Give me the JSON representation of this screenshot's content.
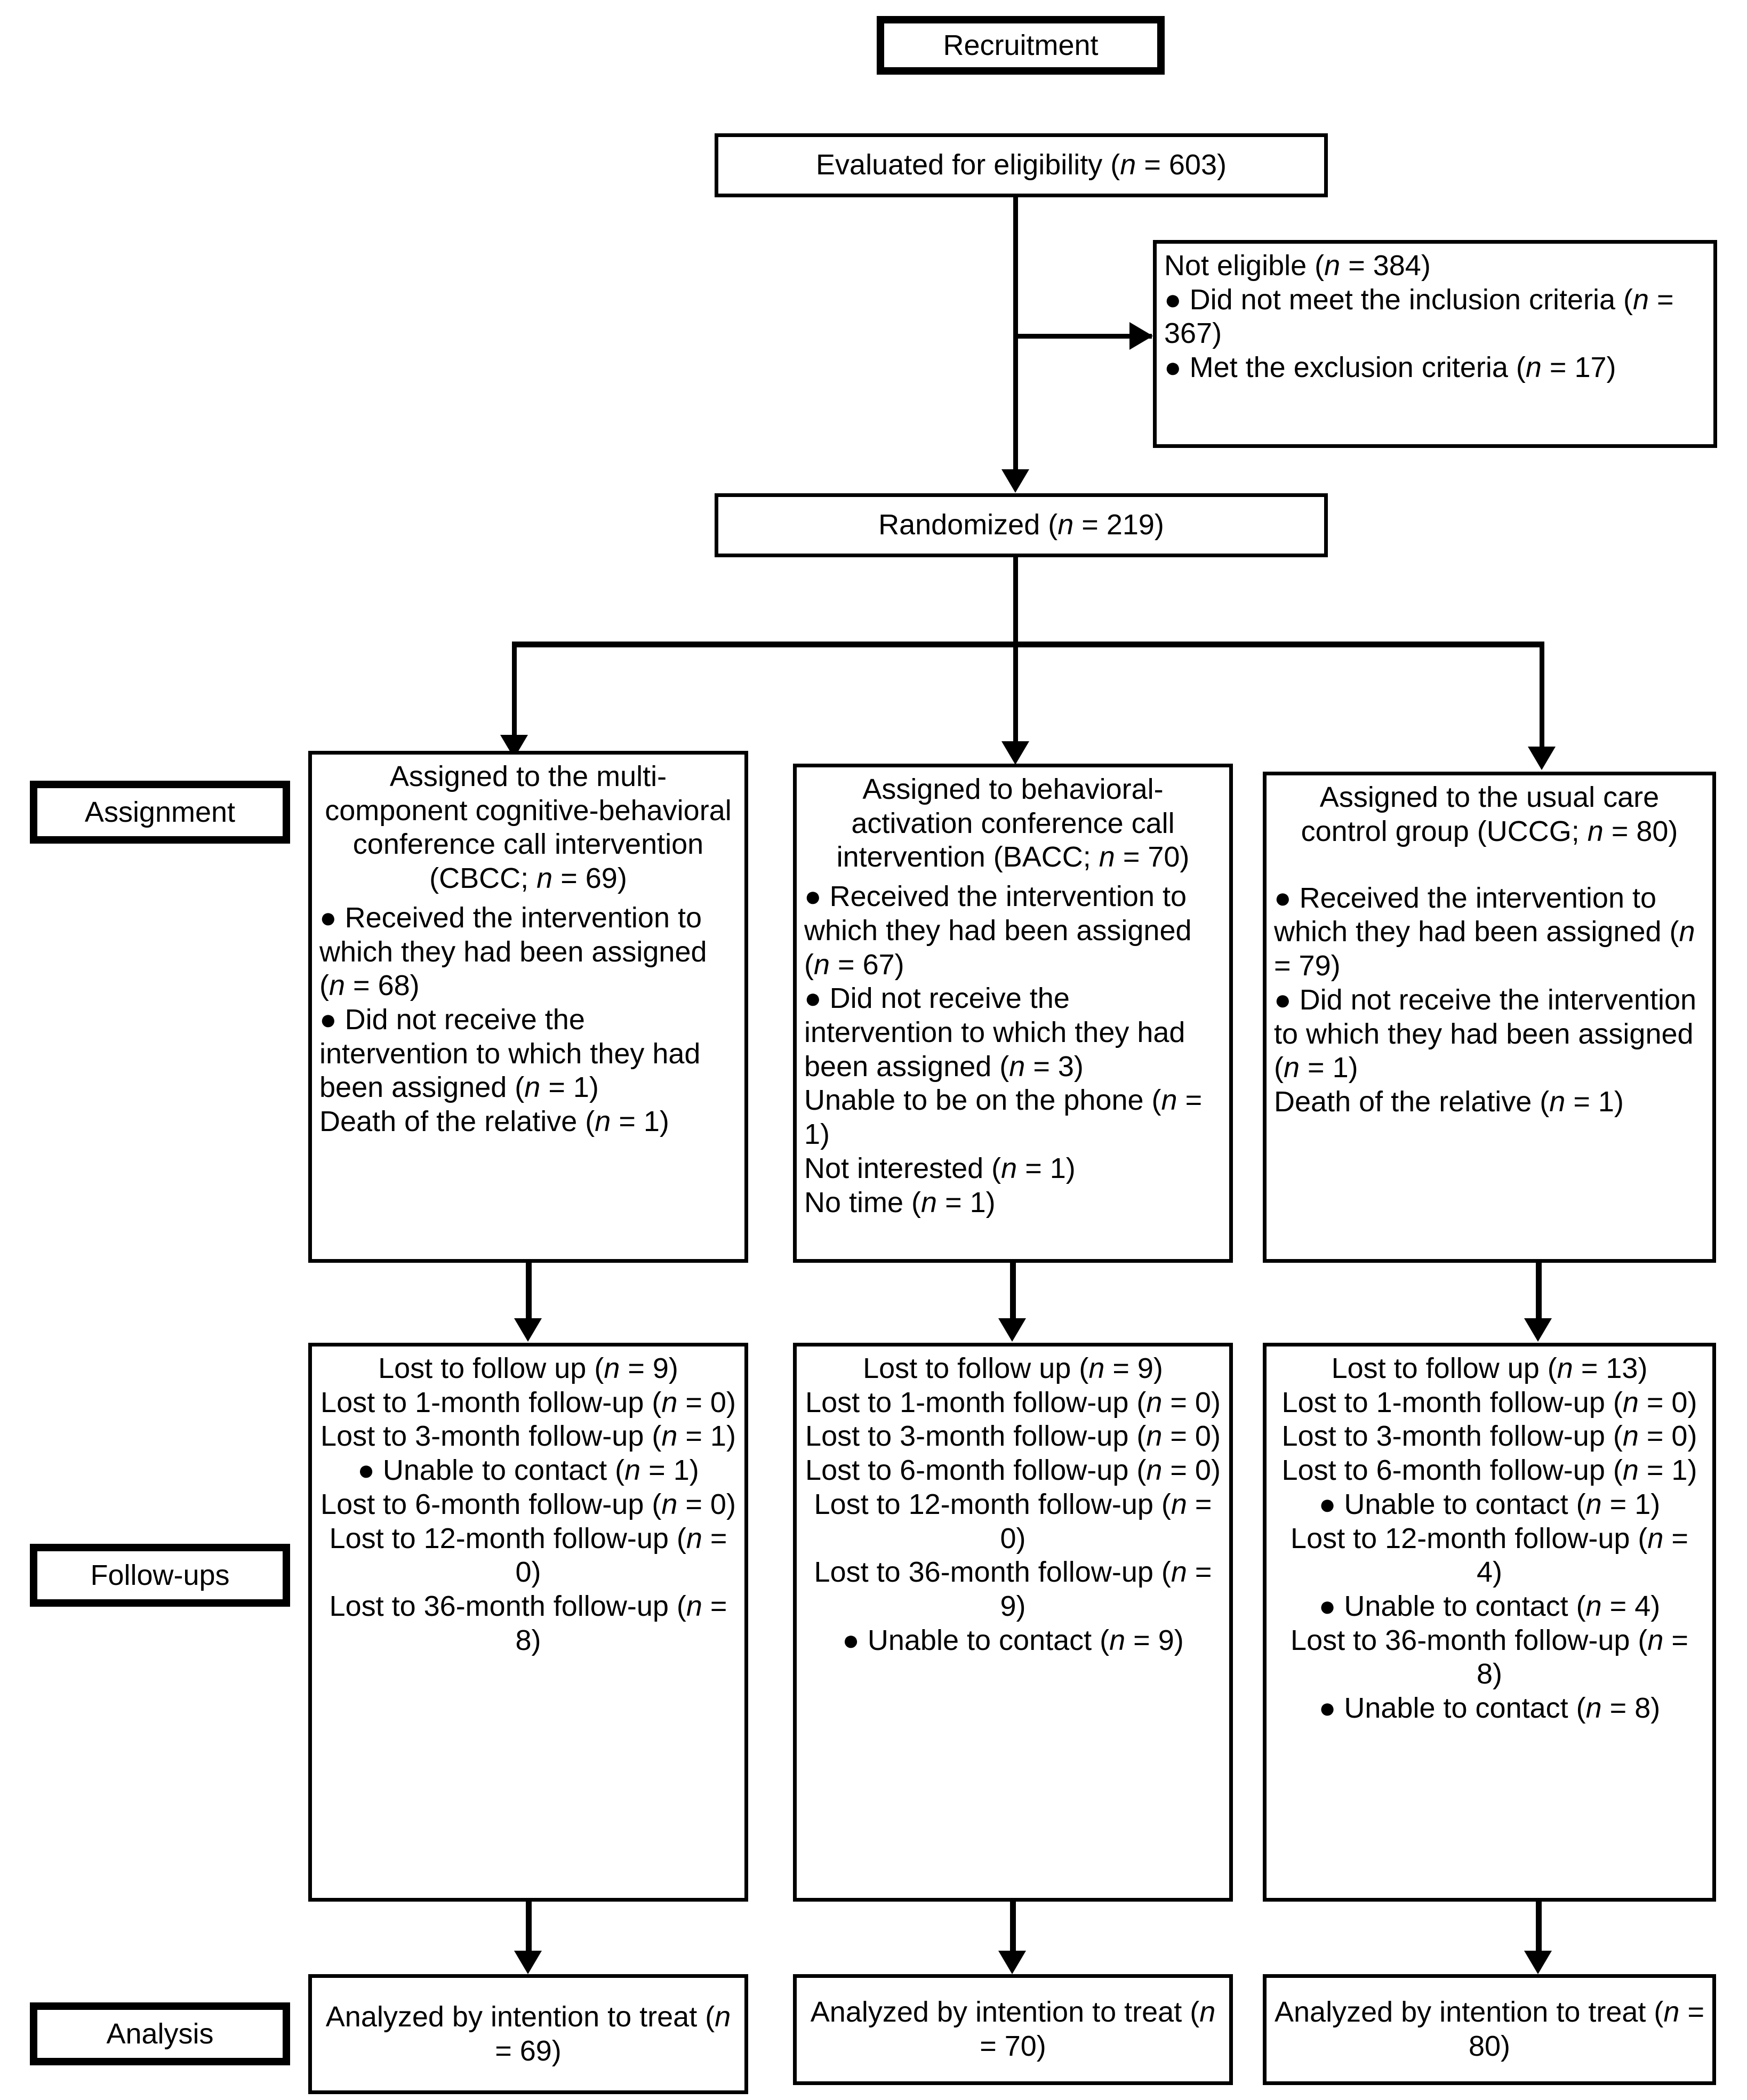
{
  "diagram": {
    "title": "CONSORT participant flow diagram",
    "n_italic_marker": "n"
  },
  "stages": {
    "recruitment": "Recruitment",
    "assignment": "Assignment",
    "followups": "Follow-ups",
    "analysis": "Analysis"
  },
  "boxes": {
    "evaluated": {
      "lines": [
        "Evaluated for eligibility (n = 603)"
      ]
    },
    "not_eligible": {
      "lines": [
        "Not eligible (n = 384)",
        "● Did not meet the inclusion criteria (n = 367)",
        "● Met the exclusion criteria (n = 17)"
      ]
    },
    "randomized": {
      "lines": [
        "Randomized (n = 219)"
      ]
    },
    "assign_cbcc": {
      "heading": "Assigned to the multi-component cognitive-behavioral conference call intervention (CBCC; n = 69)",
      "items": [
        "● Received the intervention to which they had been assigned (n = 68)",
        "● Did not receive the intervention to which they had been assigned (n = 1)",
        "Death of the relative (n = 1)"
      ]
    },
    "assign_bacc": {
      "heading": "Assigned to behavioral-activation conference call intervention (BACC; n = 70)",
      "items": [
        "● Received the intervention to which they had been assigned (n = 67)",
        "● Did not receive the intervention to which they had been assigned (n = 3)",
        "Unable to be on the phone (n = 1)",
        "Not interested (n = 1)",
        "No time (n = 1)"
      ]
    },
    "assign_uccg": {
      "heading": "Assigned to the usual care control group (UCCG; n = 80)",
      "items": [
        "● Received the intervention to which they had been assigned (n = 79)",
        "● Did not receive the intervention to which they had been assigned (n = 1)",
        "Death of the relative (n = 1)"
      ]
    },
    "follow_cbcc": {
      "lines": [
        "Lost to follow up (n = 9)",
        "Lost to 1-month follow-up (n = 0)",
        "Lost to 3-month follow-up (n = 1)",
        "● Unable to contact (n = 1)",
        "Lost to 6-month follow-up (n = 0)",
        "Lost to 12-month follow-up (n = 0)",
        "Lost to 36-month follow-up (n = 8)"
      ]
    },
    "follow_bacc": {
      "lines": [
        "Lost to follow up (n = 9)",
        "Lost to 1-month follow-up (n = 0)",
        "Lost to 3-month follow-up (n = 0)",
        "Lost to 6-month follow-up (n = 0)",
        "Lost to 12-month follow-up (n = 0)",
        "Lost to 36-month follow-up (n = 9)",
        "● Unable to contact (n = 9)"
      ]
    },
    "follow_uccg": {
      "lines": [
        "Lost to follow up (n = 13)",
        "Lost to 1-month follow-up (n = 0)",
        "Lost to 3-month follow-up (n = 0)",
        "Lost to 6-month follow-up (n = 1)",
        "● Unable to contact (n = 1)",
        "Lost to 12-month follow-up (n = 4)",
        "● Unable to contact (n = 4)",
        "Lost to 36-month follow-up (n = 8)",
        "● Unable to contact (n = 8)"
      ]
    },
    "analysis_cbcc": {
      "lines": [
        "Analyzed by intention to treat (n = 69)"
      ]
    },
    "analysis_bacc": {
      "lines": [
        "Analyzed by intention to treat (n = 70)"
      ]
    },
    "analysis_uccg": {
      "lines": [
        "Analyzed by intention to treat (n = 80)"
      ]
    }
  },
  "colors": {
    "stroke": "#000000",
    "background": "#ffffff",
    "text": "#000000"
  }
}
